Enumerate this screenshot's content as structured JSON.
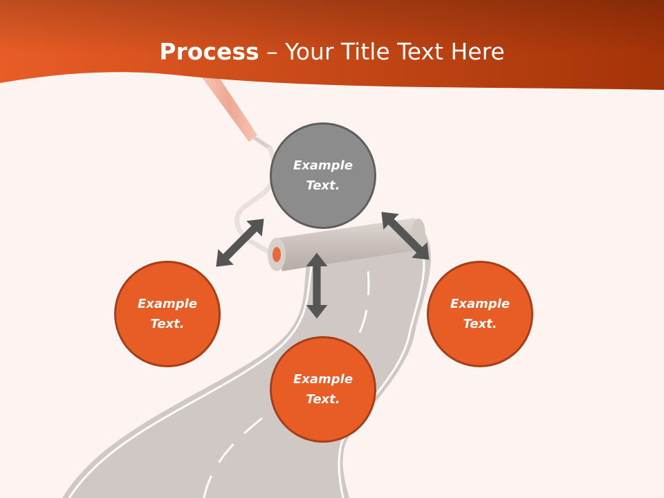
{
  "title": {
    "bold": "Process",
    "rest": " – Your Title Text Here"
  },
  "nodes": [
    {
      "line1": "Example",
      "line2": "Text.",
      "color": "#8c8c8c"
    },
    {
      "line1": "Example",
      "line2": "Text.",
      "color": "#e85d26"
    },
    {
      "line1": "Example",
      "line2": "Text.",
      "color": "#e85d26"
    },
    {
      "line1": "Example",
      "line2": "Text.",
      "color": "#e85d26"
    }
  ],
  "colors": {
    "header_start": "#e85d26",
    "header_end": "#a33308",
    "background": "#fdf4f1",
    "arrow": "#555555",
    "road": "#cdc6c2"
  }
}
